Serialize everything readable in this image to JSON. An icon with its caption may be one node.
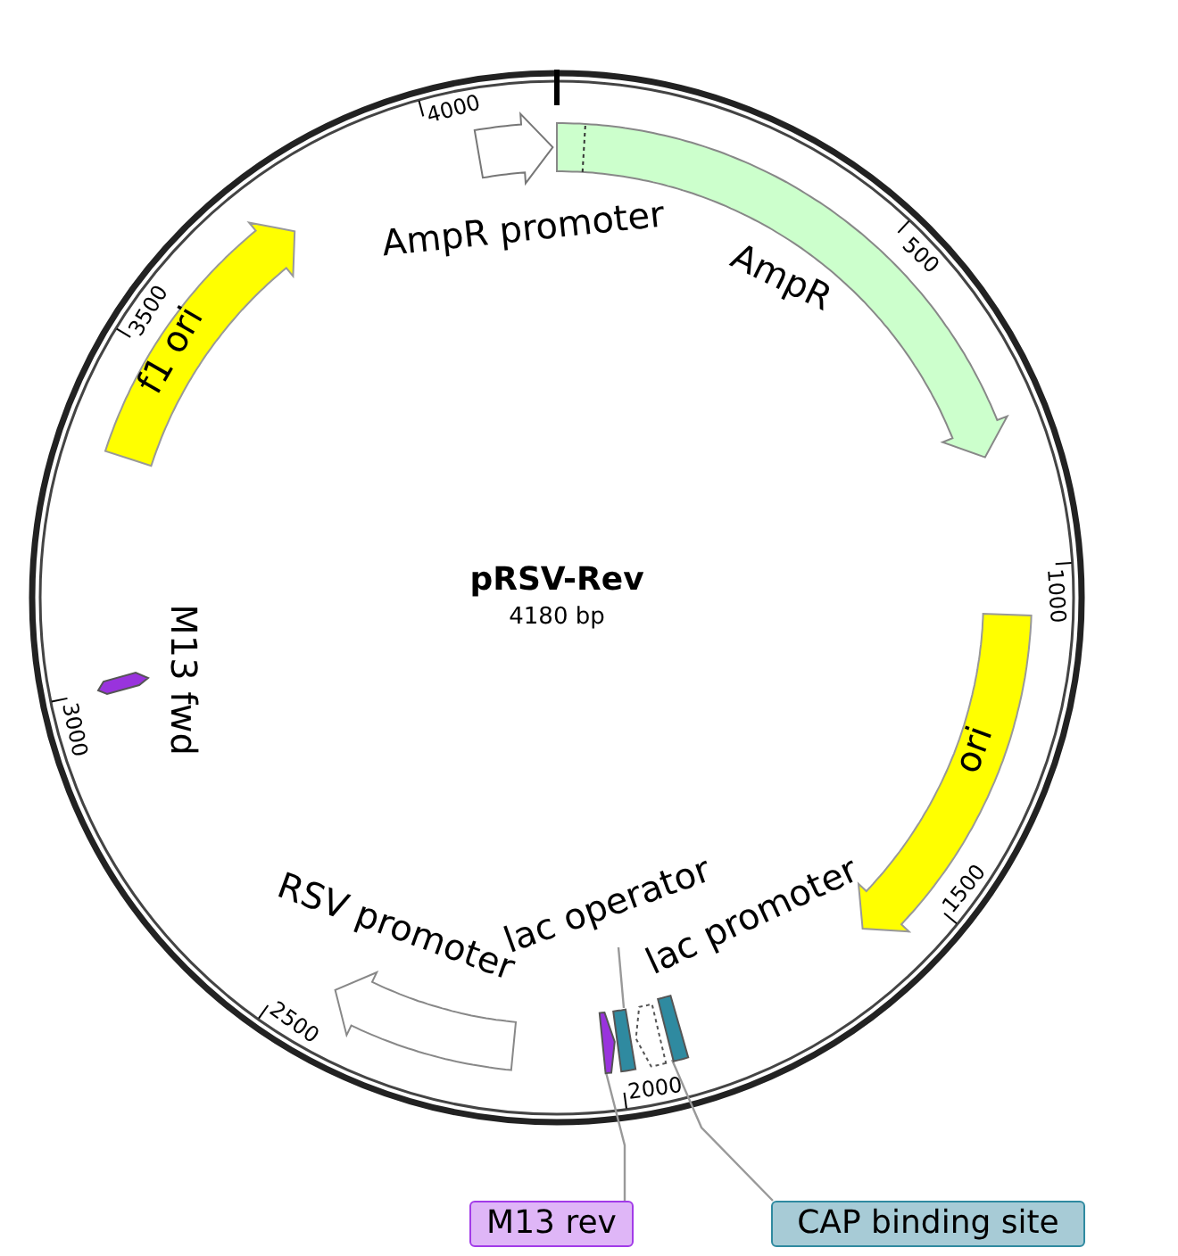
{
  "diagram": {
    "title": "pRSV-Rev",
    "nodes": [
      {
        "text": [
          "AmpR promoter"
        ]
      },
      {
        "text": [
          "AmpR"
        ]
      },
      {
        "text": [
          "ori"
        ]
      },
      {
        "text": [
          "lac promoter"
        ]
      },
      {
        "text": [
          "lac operator"
        ]
      },
      {
        "text": [
          "RSV promoter"
        ]
      },
      {
        "text": [
          "M13 fwd"
        ]
      },
      {
        "text": [
          "f1 ori"
        ]
      },
      {
        "text": [
          "M13 rev"
        ]
      },
      {
        "text": [],
        "shape": "bar"
      },
      {
        "text": [
          "CAP binding site"
        ]
      },
      {
        "text": [],
        "shape": "bar"
      },
      {
        "text": [],
        "shape": "bar"
      }
    ],
    "edges": [
      {
        "from": 8,
        "to": 9,
        "arrow": "none"
      },
      {
        "from": 10,
        "to": 11,
        "arrow": "none"
      },
      {
        "from": 4,
        "to": 12,
        "arrow": "none"
      }
    ],
    "labels": [
      "4180 bp",
      "500",
      "1000",
      "1500",
      "2000",
      "2500",
      "3000",
      "3500",
      "4000"
    ]
  }
}
